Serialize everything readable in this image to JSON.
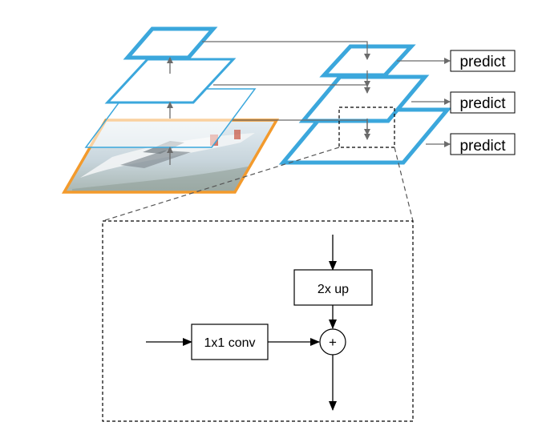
{
  "pyramid": {
    "predict_labels": [
      "predict",
      "predict",
      "predict"
    ]
  },
  "detail": {
    "upsample_label": "2x up",
    "lateral_conv_label": "1x1 conv",
    "add_symbol": "+"
  },
  "colors": {
    "blue": "#3ba7dc",
    "orange": "#f39a2c",
    "arrow": "#6b6b6b",
    "dash": "#555555",
    "black": "#000000"
  }
}
